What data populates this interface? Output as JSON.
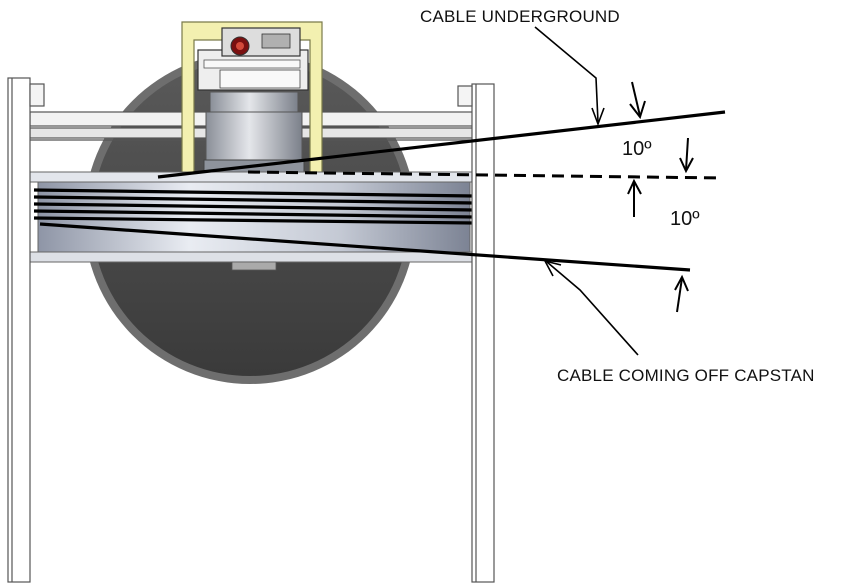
{
  "labels": {
    "cable_underground": "CABLE UNDERGROUND",
    "cable_off_capstan": "CABLE COMING OFF CAPSTAN",
    "angle_upper": "10º",
    "angle_lower": "10º"
  },
  "colors": {
    "line": "#000000",
    "frame_stroke": "#555555",
    "frame_fill": "#ffffff",
    "drum_fill": "#4a4a4a",
    "drum_rim": "#7a7a7a",
    "motor_frame": "#f3f0b0",
    "capstan": "#c8ccd6"
  }
}
